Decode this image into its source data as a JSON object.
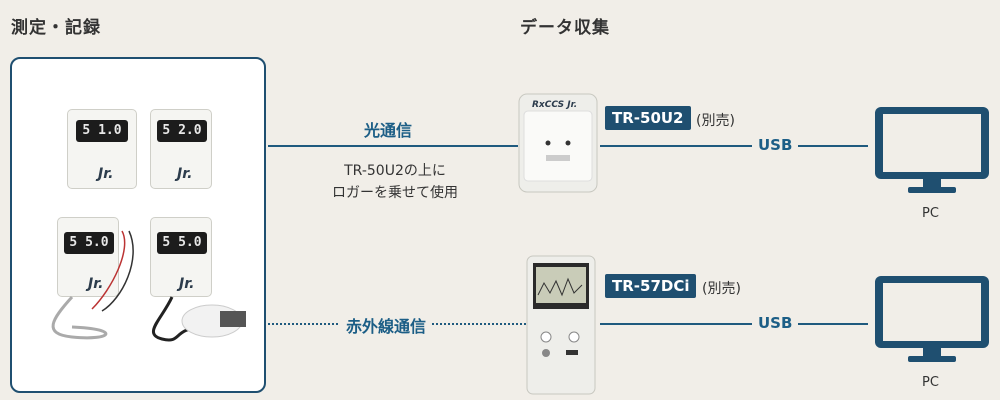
{
  "headings": {
    "measure": "測定・記録",
    "collect": "データ収集"
  },
  "links": {
    "optical": "光通信",
    "optical_note_line1": "TR-50U2の上に",
    "optical_note_line2": "ロガーを乗せて使用",
    "infrared": "赤外線通信",
    "usb_top": "USB",
    "usb_bottom": "USB"
  },
  "devices": {
    "top_model": "TR-50U2",
    "top_sold": "(別売)",
    "bottom_model": "TR-57DCi",
    "bottom_sold": "(別売)",
    "pc_top": "PC",
    "pc_bottom": "PC"
  },
  "loggers": {
    "l1": "5 1.0",
    "l2": "5 2.0",
    "l3": "5 5.0",
    "l4": "5 5.0",
    "brand": "Jr."
  },
  "colors": {
    "accent": "#1f4f70",
    "link": "#1c5e86",
    "background": "#f1eee8"
  }
}
